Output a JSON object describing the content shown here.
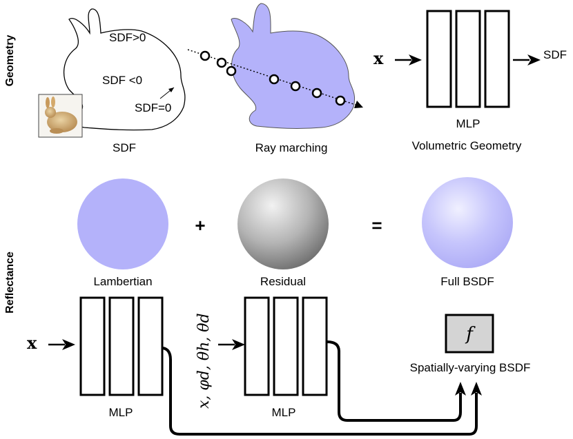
{
  "side_labels": {
    "top": "Geometry",
    "bottom": "Reflectance"
  },
  "geometry": {
    "sdf_panel": {
      "caption": "SDF",
      "sdf_pos": "SDF>0",
      "sdf_neg": "SDF <0",
      "sdf_zero": "SDF=0"
    },
    "ray_panel": {
      "caption": "Ray marching"
    },
    "mlp_panel": {
      "input": "x",
      "output": "SDF",
      "mlp_label": "MLP",
      "caption": "Volumetric Geometry"
    }
  },
  "reflectance": {
    "lambertian": "Lambertian",
    "plus": "+",
    "residual": "Residual",
    "equals": "=",
    "full": "Full BSDF",
    "mlp1": {
      "input": "x",
      "label": "MLP"
    },
    "mlp2": {
      "input": "x, φd, θh, θd",
      "label": "MLP"
    },
    "output_symbol": "f",
    "output_caption": "Spatially-varying BSDF"
  },
  "colors": {
    "lavender": "#b4b2fa",
    "grey_sphere": "#9b9b9b",
    "f_box": "#d4d4d4"
  }
}
